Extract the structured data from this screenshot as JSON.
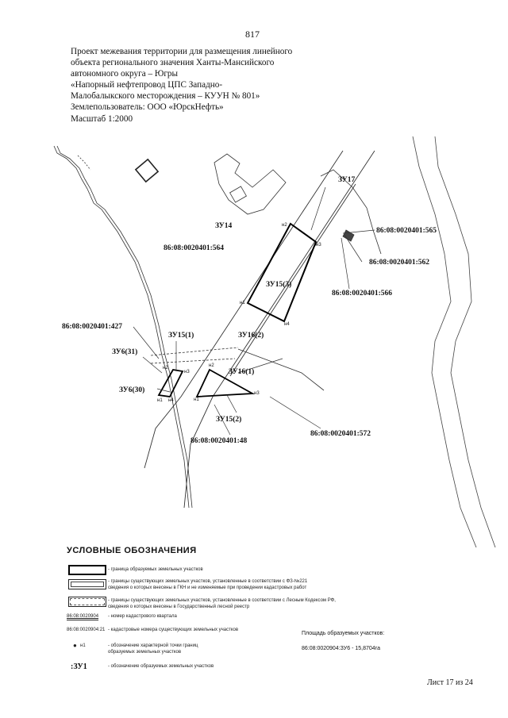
{
  "page_number": "817",
  "header": {
    "lines": [
      "Проект межевания территории для размещения линейного",
      "объекта регионального значения Ханты-Мансийского",
      "автономного округа – Югры",
      "«Напорный нефтепровод ЦПС Западно-",
      "Малобалыкского месторождения – КУУН № 801»",
      "Землепользователь: ООО «ЮрскНефть»",
      "Масштаб 1:2000"
    ]
  },
  "map": {
    "labels": {
      "zu17": "ЗУ17",
      "zu14": "ЗУ14",
      "zu15_3": "ЗУ15(3)",
      "zu16_2": "ЗУ16(2)",
      "zu15_1": "ЗУ15(1)",
      "zu16_1": "ЗУ16(1)",
      "zu6_31": "ЗУ6(31)",
      "zu6_30": "ЗУ6(30)",
      "zu15_2": "ЗУ15(2)",
      "c564": "86:08:0020401:564",
      "c565": "86:08:0020401:565",
      "c562": "86:08:0020401:562",
      "c566": "86:08:0020401:566",
      "c427": "86:08:0020401:427",
      "c572": "86:08:0020401:572",
      "c48": "86:08:0020401:48"
    },
    "points": {
      "n1": "н1",
      "n2": "н2",
      "n3": "н3",
      "n4": "н4"
    }
  },
  "legend": {
    "title": "УСЛОВНЫЕ ОБОЗНАЧЕНИЯ",
    "items": [
      "- граница образуемых земельных участков",
      "- границы существующих земельных участков, установленные в соответствии с ФЗ-№221\nсведения о которых внесены в ГКН и не изменяемые при проведении кадастровых работ",
      "- границы существующих земельных участков, установленные в соответствии с Лесным Кодексом РФ,\nсведения о которых внесены в Государственный лесной реестр"
    ],
    "quarter_code": "86:08:0020904",
    "quarter_desc": "- номер кадастрового квартала",
    "parcel_code": "86:08:0020904:21",
    "parcel_desc": "- кадастровые номера существующих земельных участков",
    "point_code": "н1",
    "point_desc": "- обозначение характерной точки границ\nобразуемых земельных участков",
    "zu_code": ":ЗУ1",
    "zu_desc": "- обозначение образуемых земельных участков"
  },
  "area": {
    "title": "Площадь образуемых участков:",
    "value": "86:08:0020904:ЗУ6  - 15,8704га"
  },
  "sheet": "Лист 17 из 24"
}
